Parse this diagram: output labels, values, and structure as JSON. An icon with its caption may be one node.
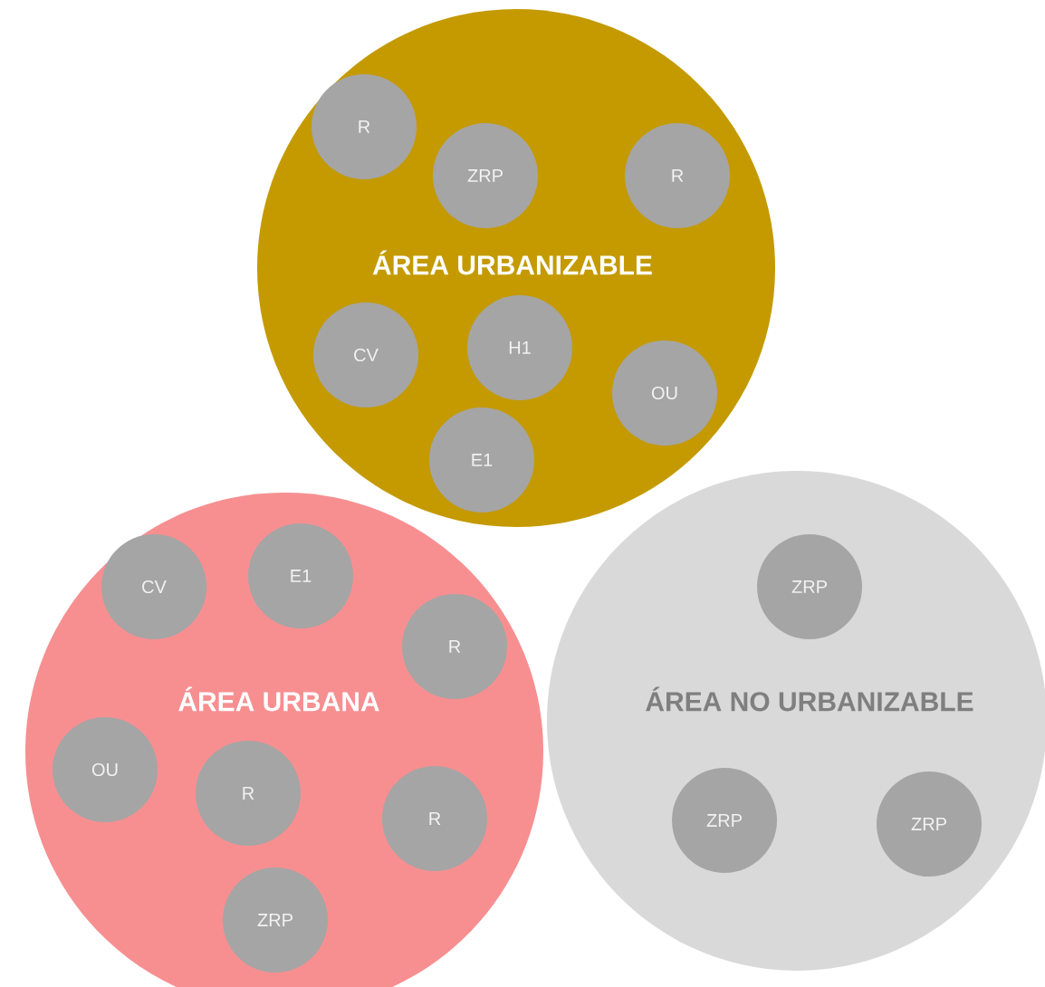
{
  "diagram": {
    "nodes": [
      {
        "text": [
          "ÁREA URBANIZABLE"
        ]
      },
      {
        "text": [
          "R"
        ],
        "in": 0
      },
      {
        "text": [
          "ZRP"
        ],
        "in": 0
      },
      {
        "text": [
          "R"
        ],
        "in": 0
      },
      {
        "text": [
          "CV"
        ],
        "in": 0
      },
      {
        "text": [
          "H1"
        ],
        "in": 0
      },
      {
        "text": [
          "OU"
        ],
        "in": 0
      },
      {
        "text": [
          "E1"
        ],
        "in": 0
      },
      {
        "text": [
          "ÁREA URBANA"
        ]
      },
      {
        "text": [
          "CV"
        ],
        "in": 8
      },
      {
        "text": [
          "E1"
        ],
        "in": 8
      },
      {
        "text": [
          "R"
        ],
        "in": 8
      },
      {
        "text": [
          "OU"
        ],
        "in": 8
      },
      {
        "text": [
          "R"
        ],
        "in": 8
      },
      {
        "text": [
          "R"
        ],
        "in": 8
      },
      {
        "text": [
          "ZRP"
        ],
        "in": 8
      },
      {
        "text": [
          "ÁREA NO URBANIZABLE"
        ]
      },
      {
        "text": [
          "ZRP"
        ],
        "in": 16
      },
      {
        "text": [
          "ZRP"
        ],
        "in": 16
      },
      {
        "text": [
          "ZRP"
        ],
        "in": 16
      }
    ]
  }
}
